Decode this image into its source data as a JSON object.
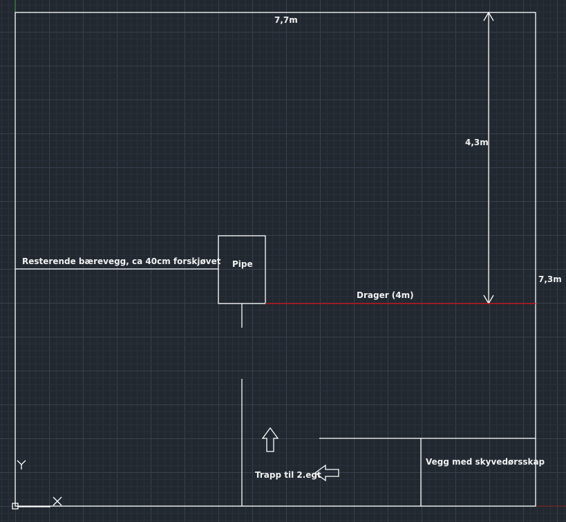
{
  "colors": {
    "background": "#212830",
    "lines": "#ffffff",
    "beam": "#c0141c",
    "grid_major": "#3a414d",
    "grid_minor": "#2a313b"
  },
  "labels": {
    "width_dim": "7,7m",
    "height_dim": "7,3m",
    "beam_dist_dim": "4,3m",
    "wall": "Resterende bærevegg, ca 40cm forskjøvet",
    "pipe": "Pipe",
    "beam": "Drager (4m)",
    "stairs": "Trapp til 2.egt",
    "closet": "Vegg med skyvedørsskap",
    "ucs_x": "X",
    "ucs_y": "Y"
  }
}
